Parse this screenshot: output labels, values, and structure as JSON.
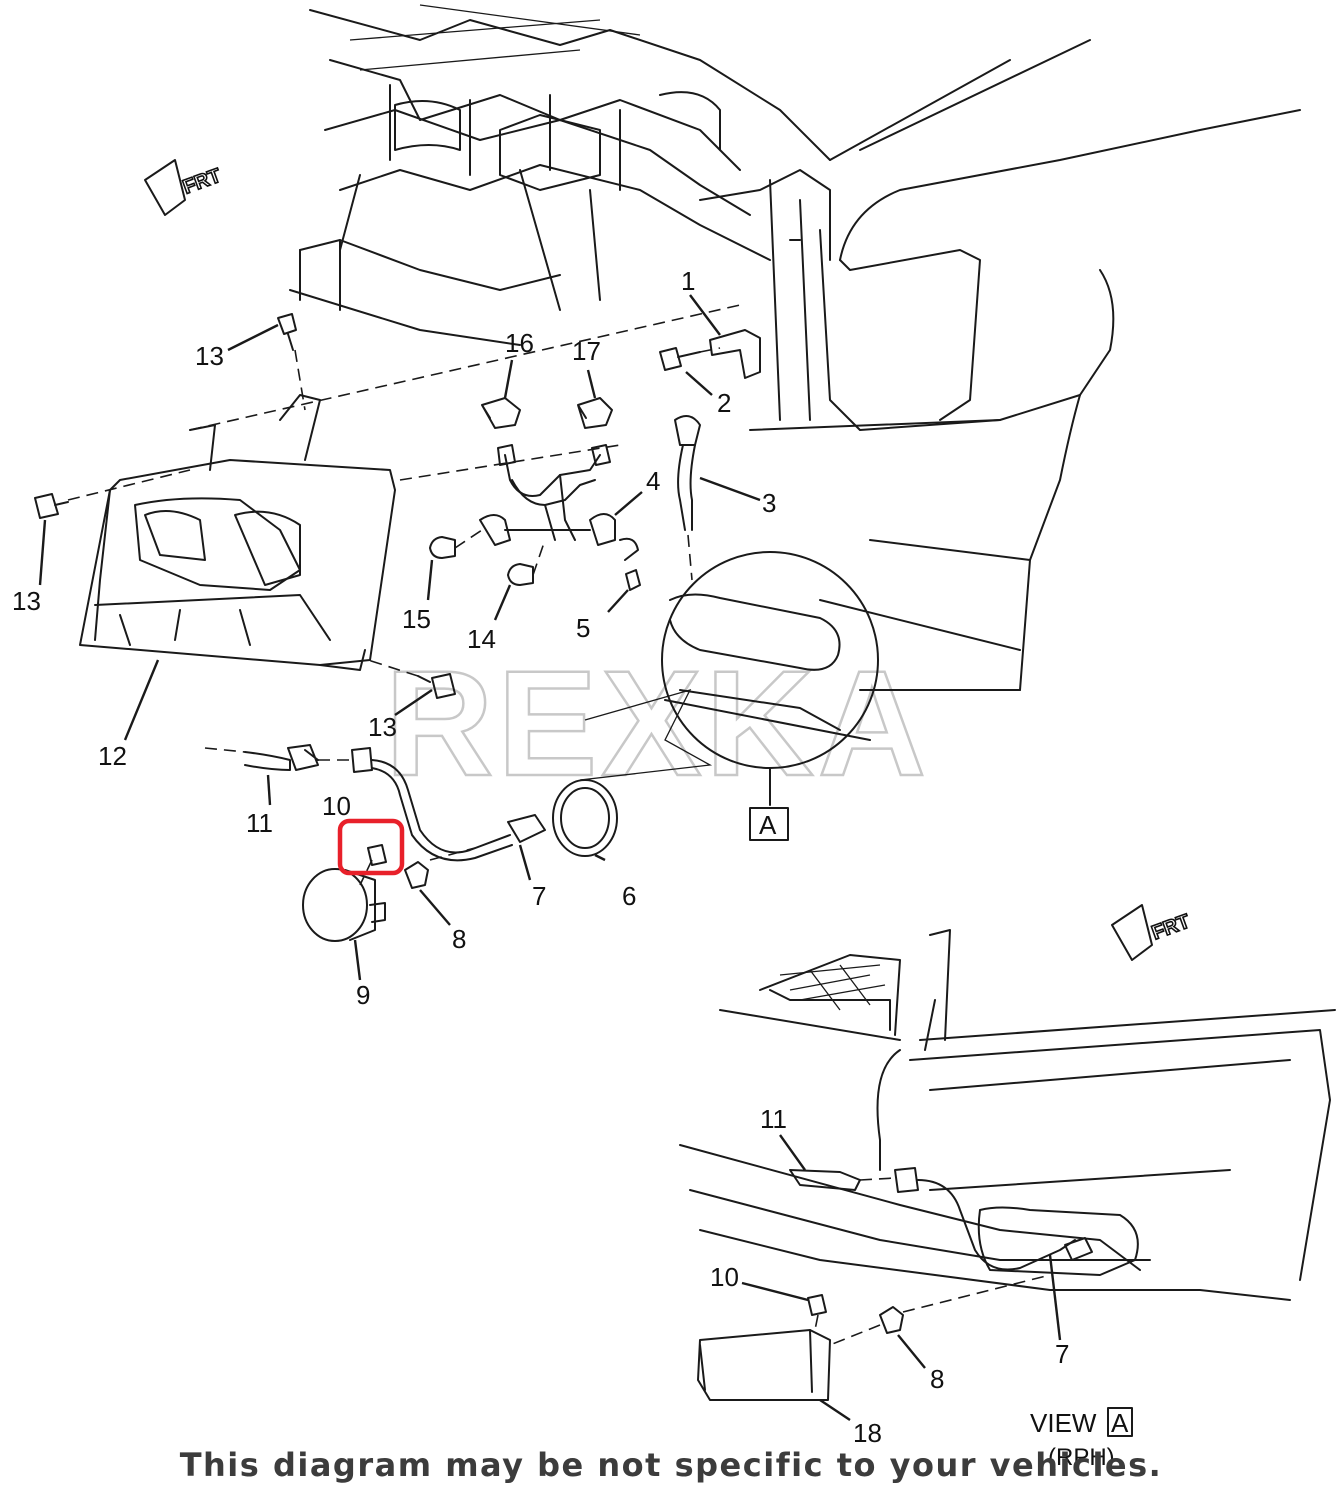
{
  "watermark": "REXKA",
  "front_arrow_text": "FRT",
  "view_marker": "A",
  "view_label": "VIEW",
  "view_sublabel": "(RPH)",
  "disclaimer": "This diagram may be not specific to your vehicles.",
  "highlight_color": "#e8202a",
  "callouts": [
    {
      "id": "c1",
      "number": "1"
    },
    {
      "id": "c2",
      "number": "2"
    },
    {
      "id": "c3",
      "number": "3"
    },
    {
      "id": "c4",
      "number": "4"
    },
    {
      "id": "c5",
      "number": "5"
    },
    {
      "id": "c6",
      "number": "6"
    },
    {
      "id": "c7",
      "number": "7"
    },
    {
      "id": "c8",
      "number": "8"
    },
    {
      "id": "c9",
      "number": "9"
    },
    {
      "id": "c10",
      "number": "10"
    },
    {
      "id": "c11",
      "number": "11"
    },
    {
      "id": "c12",
      "number": "12"
    },
    {
      "id": "c13a",
      "number": "13"
    },
    {
      "id": "c13b",
      "number": "13"
    },
    {
      "id": "c13c",
      "number": "13"
    },
    {
      "id": "c14",
      "number": "14"
    },
    {
      "id": "c15",
      "number": "15"
    },
    {
      "id": "c16",
      "number": "16"
    },
    {
      "id": "c17",
      "number": "17"
    },
    {
      "id": "v7",
      "number": "7"
    },
    {
      "id": "v8",
      "number": "8"
    },
    {
      "id": "v10",
      "number": "10"
    },
    {
      "id": "v11",
      "number": "11"
    },
    {
      "id": "v18",
      "number": "18"
    }
  ]
}
